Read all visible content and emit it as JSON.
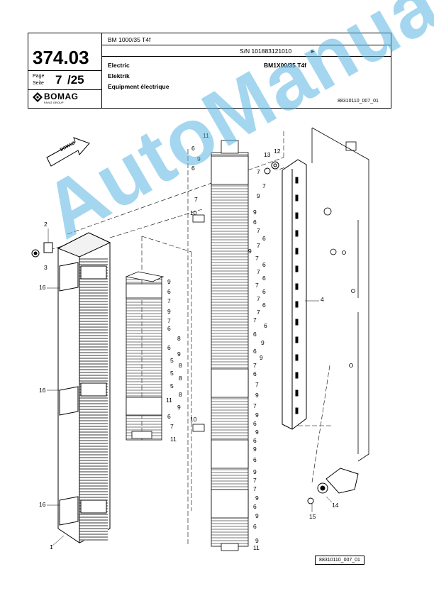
{
  "header": {
    "model": "BM 1000/35 T4f",
    "serial": "S/N 101883121010",
    "serial_arrow": "►",
    "page_number": "374.03",
    "page_label": "Page",
    "page_label_de": "Seite",
    "page_current": "7",
    "page_total": "/25",
    "title_en": "Electric",
    "title_de": "Elektrik",
    "title_fr": "Equipment électrique",
    "variant": "BM1X00/35 T4f",
    "doc_code": "88310110_007_01",
    "brand": "BOMAG",
    "brand_sub": "FAYAT GROUP"
  },
  "drawing": {
    "direction_badge": "BOMAG",
    "figure_code": "88310110_007_01",
    "callouts_left": [
      "2",
      "3",
      "16",
      "16",
      "16",
      "1"
    ],
    "callouts_mid": [
      "9",
      "6",
      "7",
      "9",
      "7",
      "6",
      "8",
      "6",
      "9",
      "5",
      "8",
      "5",
      "8",
      "5",
      "8",
      "11",
      "9",
      "6",
      "7",
      "11"
    ],
    "callouts_right": [
      "11",
      "6",
      "9",
      "6",
      "7",
      "7",
      "9",
      "7",
      "10",
      "9",
      "6",
      "7",
      "6",
      "7",
      "9",
      "7",
      "6",
      "7",
      "6",
      "7",
      "6",
      "7",
      "6",
      "7",
      "7",
      "6",
      "6",
      "9",
      "6",
      "9",
      "7",
      "6",
      "7",
      "9",
      "7",
      "9",
      "6",
      "9",
      "6",
      "10",
      "9",
      "6",
      "9",
      "7",
      "7",
      "9",
      "6",
      "9",
      "6",
      "9",
      "6",
      "7",
      "9",
      "6",
      "9",
      "6",
      "11"
    ],
    "callouts_rail": [
      "13",
      "12",
      "4",
      "14",
      "15"
    ]
  },
  "watermark": "AutoManual"
}
